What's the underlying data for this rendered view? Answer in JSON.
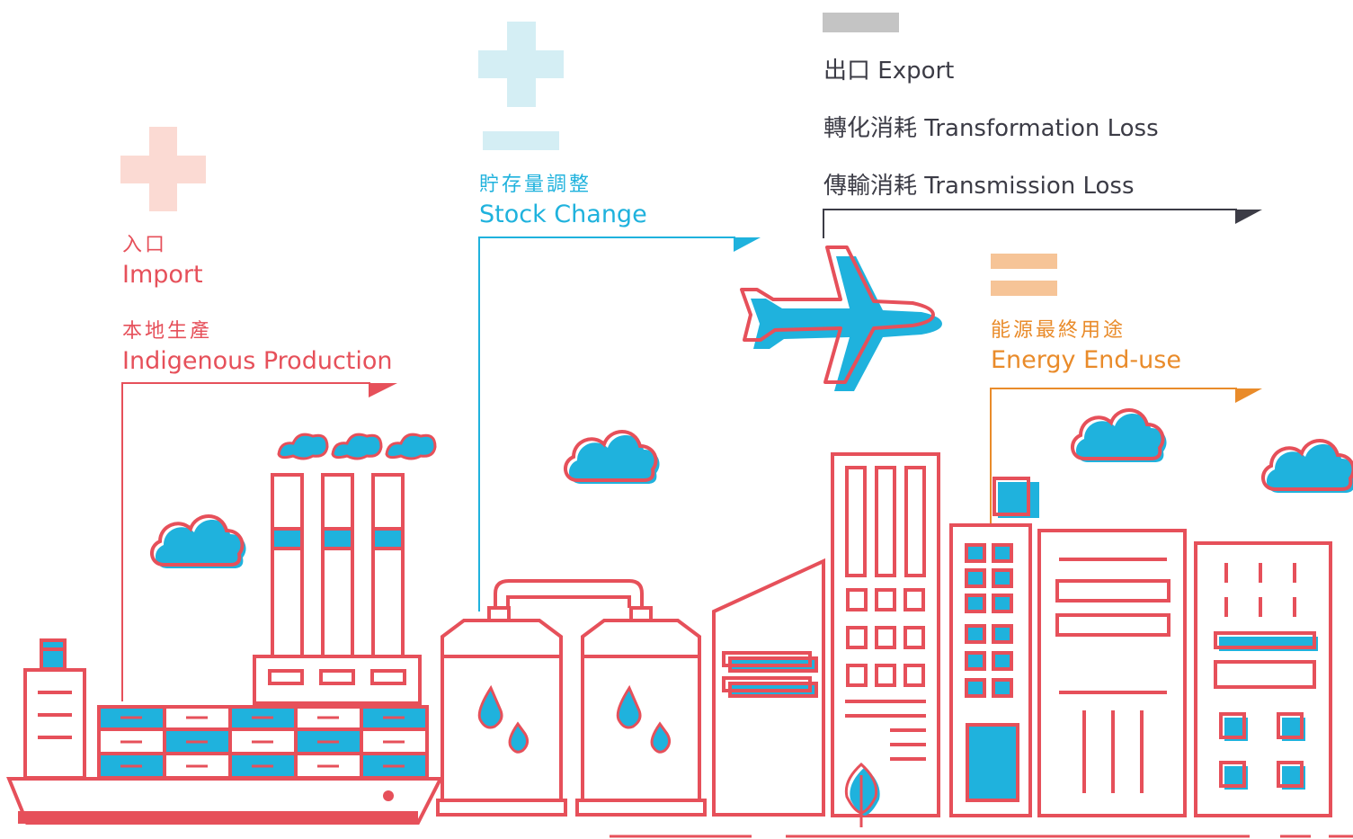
{
  "colors": {
    "red": "#e6505a",
    "blue": "#1fb2dd",
    "orange": "#e98b2a",
    "dark": "#3c3c46",
    "pink_light": "#fbdad3",
    "blue_light": "#d4eef4",
    "orange_light": "#f6c497",
    "gray": "#c4c4c4"
  },
  "icons": [
    "plus-icon",
    "plus-icon",
    "minus-icon",
    "equals-icon",
    "airplane-icon",
    "cloud-icon",
    "ship-icon",
    "factory-icon",
    "storage-tank-icon",
    "building-icon",
    "leaf-icon",
    "water-drop-icon"
  ],
  "import": {
    "zh": "入口",
    "en": "Import"
  },
  "production": {
    "zh": "本地生產",
    "en": "Indigenous Production"
  },
  "stock": {
    "zh": "貯存量調整",
    "en": "Stock Change"
  },
  "outflows": {
    "export": "出口 Export",
    "transformation": "轉化消耗 Transformation Loss",
    "transmission": "傳輸消耗 Transmission Loss"
  },
  "enduse": {
    "zh": "能源最終用途",
    "en": "Energy End-use"
  }
}
